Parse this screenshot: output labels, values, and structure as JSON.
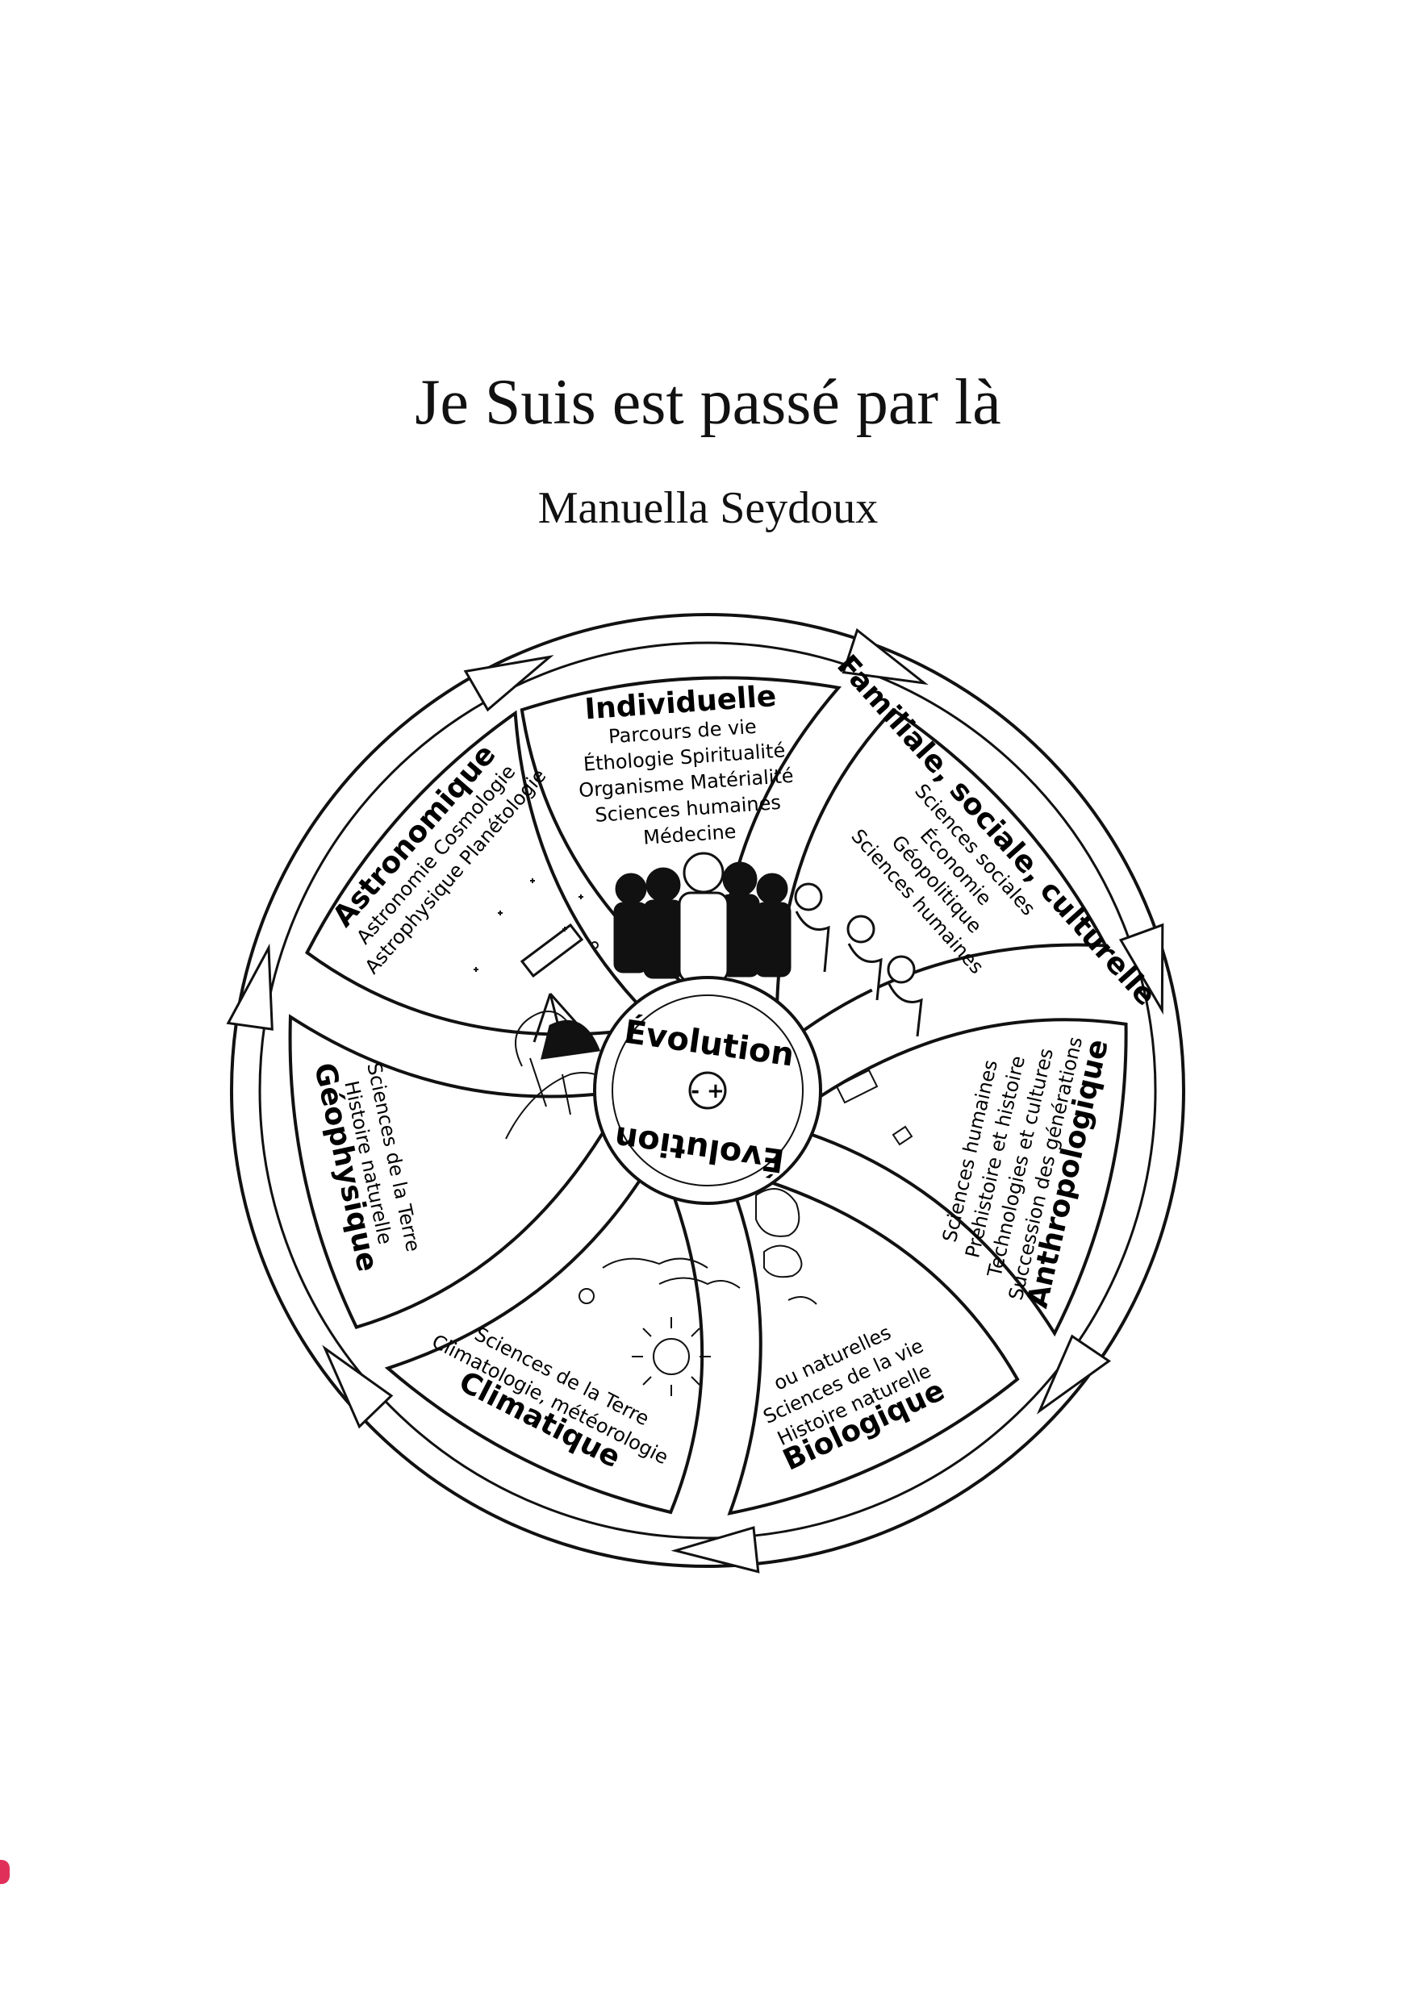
{
  "cover": {
    "title": "Je Suis est passé par là",
    "author": "Manuella Seydoux"
  },
  "diagram": {
    "center": {
      "top": "Évolution",
      "symbols": "- +",
      "bottom": "Évolution"
    },
    "sectors": [
      {
        "heading": "Individuelle",
        "lines": [
          "Parcours de vie",
          "Éthologie   Spiritualité",
          "Organisme   Matérialité",
          "Sciences humaines",
          "Médecine"
        ]
      },
      {
        "heading": "Familiale, sociale, culturelle",
        "lines": [
          "Sciences sociales",
          "Économie",
          "Géopolitique",
          "Sciences humaines"
        ]
      },
      {
        "heading": "Anthropologique",
        "lines": [
          "Succession des générations",
          "Technologies et cultures",
          "Préhistoire et histoire",
          "Sciences humaines"
        ]
      },
      {
        "heading": "Biologique",
        "lines": [
          "Histoire naturelle",
          "Sciences de la vie",
          "ou naturelles"
        ]
      },
      {
        "heading": "Climatique",
        "lines": [
          "Climatologie, météorologie",
          "Sciences de la Terre"
        ]
      },
      {
        "heading": "Géophysique",
        "lines": [
          "Histoire naturelle",
          "Sciences de la Terre"
        ]
      },
      {
        "heading": "Astronomique",
        "lines": [
          "Astronomie   Cosmologie",
          "Astrophysique   Planétologie"
        ]
      }
    ]
  },
  "colors": {
    "ink": "#111111",
    "paper": "#ffffff",
    "corner_mark": "#e0305a"
  }
}
